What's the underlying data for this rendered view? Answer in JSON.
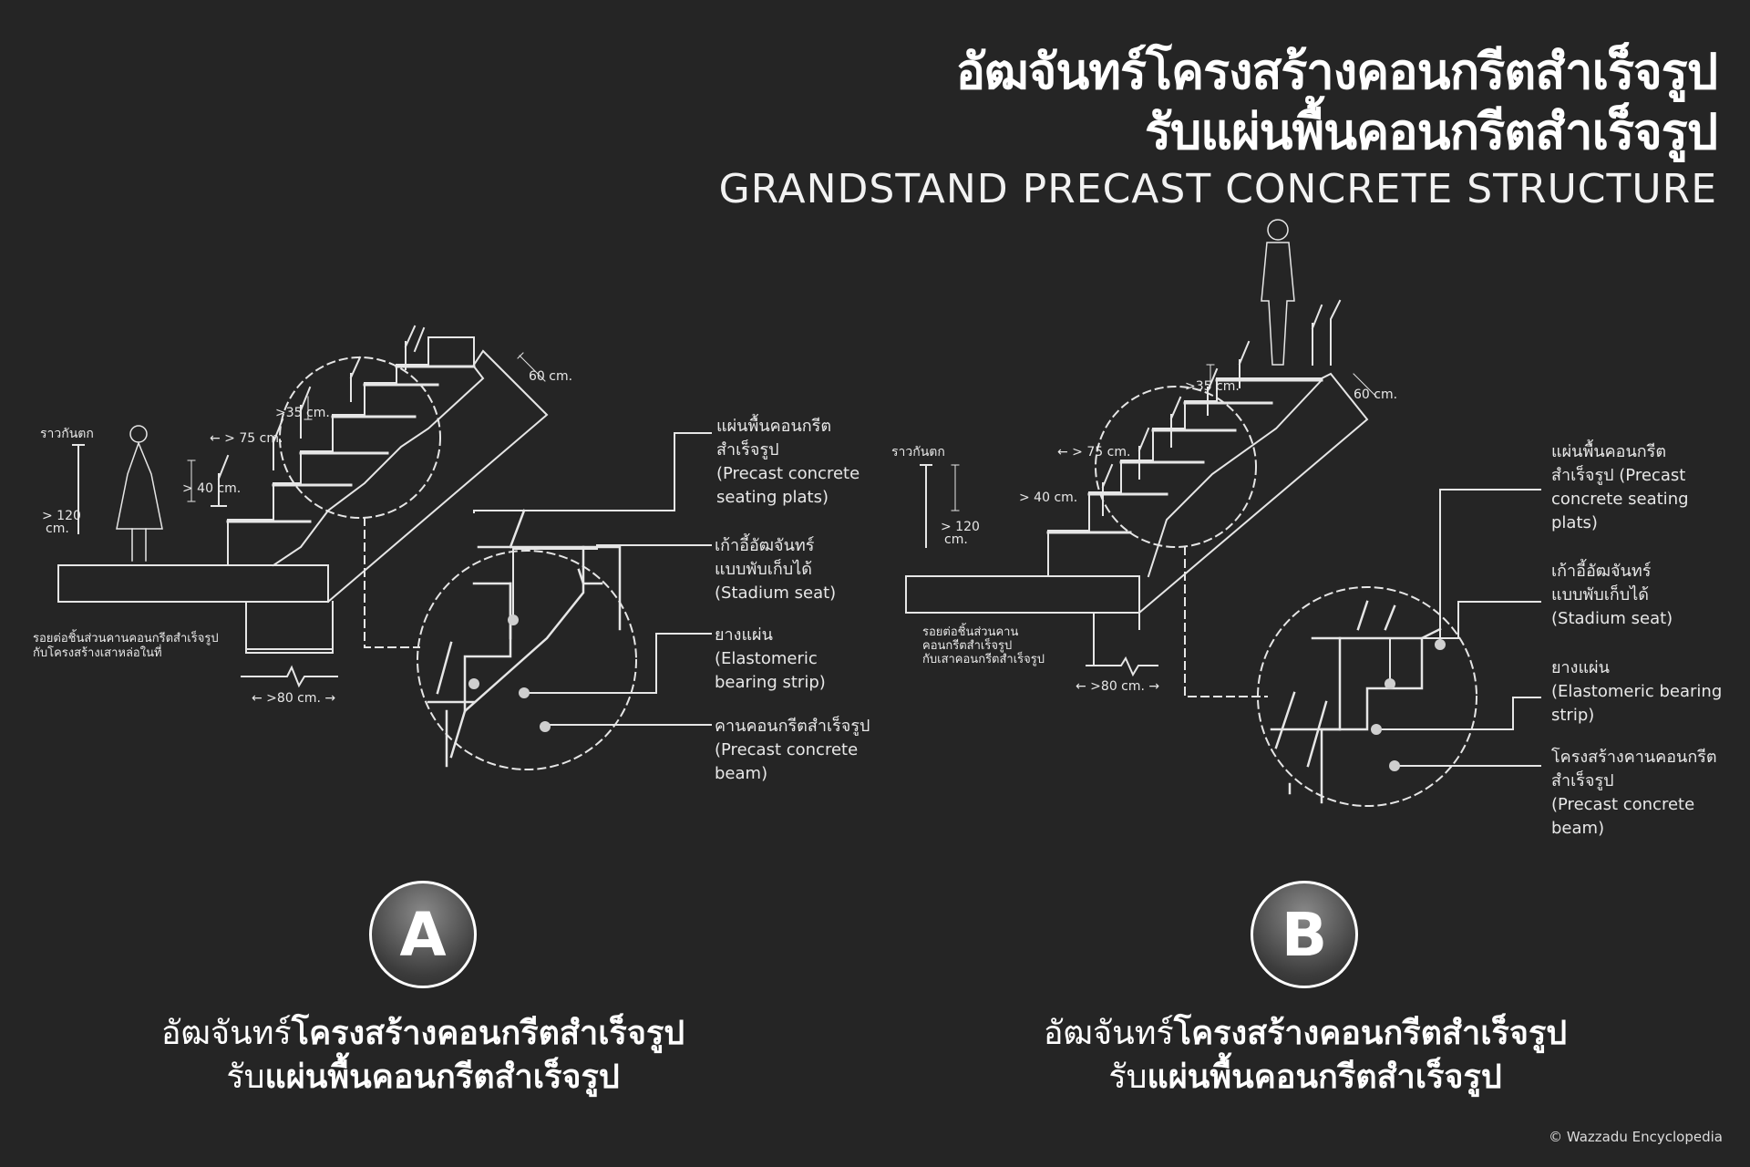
{
  "header": {
    "title_line1": "อัฒจันทร์โครงสร้างคอนกรีตสำเร็จรูป",
    "title_line2": "รับแผ่นพื้นคอนกรีตสำเร็จรูป",
    "subtitle": "GRANDSTAND PRECAST CONCRETE STRUCTURE"
  },
  "diagram_a": {
    "badge": "A",
    "dims": {
      "d60": "60 cm.",
      "d35": ">35 cm.",
      "d75": "← > 75 cm.",
      "d40": "> 40 cm.",
      "d120a": "> 120",
      "d120b": "cm.",
      "d80": "← >80 cm. →"
    },
    "railing": "ราวกันตก",
    "joint_line1": "รอยต่อชิ้นส่วนคานคอนกรีตสำเร็จรูป",
    "joint_line2": "กับโครงสร้างเสาหล่อในที่",
    "labels": [
      [
        "แผ่นพื้นคอนกรีต",
        "สำเร็จรูป",
        "(Precast concrete",
        "seating plats)"
      ],
      [
        "เก้าอี้อัฒจันทร์",
        "แบบพับเก็บได้",
        "(Stadium seat)"
      ],
      [
        "ยางแผ่น",
        "(Elastomeric",
        "bearing strip)"
      ],
      [
        "คานคอนกรีตสำเร็จรูป",
        "(Precast concrete",
        "beam)"
      ]
    ],
    "caption_light1": "อัฒจันทร์",
    "caption_bold1": "โครงสร้างคอนกรีตสำเร็จรูป",
    "caption_light2": "รับ",
    "caption_bold2": "แผ่นพื้นคอนกรีตสำเร็จรูป"
  },
  "diagram_b": {
    "badge": "B",
    "dims": {
      "d60": "60 cm.",
      "d35": ">35 cm.",
      "d75": "← > 75 cm.",
      "d40": "> 40 cm.",
      "d120a": "> 120",
      "d120b": "cm.",
      "d80": "← >80 cm. →"
    },
    "railing": "ราวกันตก",
    "joint_line1": "รอยต่อชิ้นส่วนคาน",
    "joint_line2": "คอนกรีตสำเร็จรูป",
    "joint_line3": "กับเสาคอนกรีตสำเร็จรูป",
    "labels": [
      [
        "แผ่นพื้นคอนกรีต",
        "สำเร็จรูป (Precast",
        "concrete seating",
        "plats)"
      ],
      [
        "เก้าอี้อัฒจันทร์",
        "แบบพับเก็บได้",
        "(Stadium seat)"
      ],
      [
        "ยางแผ่น",
        "(Elastomeric bearing",
        "strip)"
      ],
      [
        "โครงสร้างคานคอนกรีต",
        "สำเร็จรูป",
        "(Precast concrete",
        "beam)"
      ]
    ],
    "caption_light1": "อัฒจันทร์",
    "caption_bold1": "โครงสร้างคอนกรีตสำเร็จรูป",
    "caption_light2": "รับ",
    "caption_bold2": "แผ่นพื้นคอนกรีตสำเร็จรูป"
  },
  "footer": {
    "copyright": "© Wazzadu Encyclopedia"
  }
}
